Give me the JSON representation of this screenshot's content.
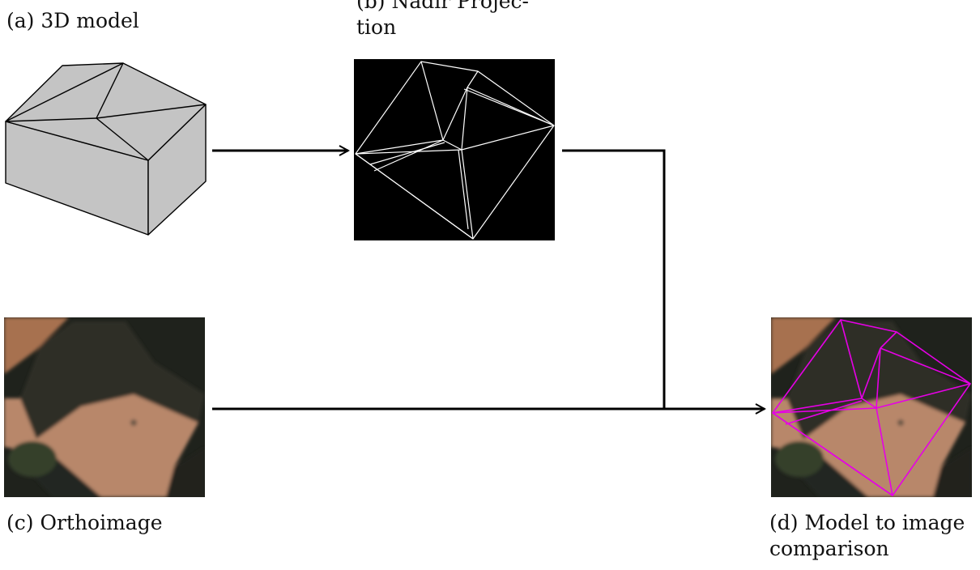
{
  "captions": {
    "a": "(a) 3D model",
    "b": "(b) Nadir Projec-\ntion",
    "c": "(c) Orthoimage",
    "d": "(d) Model to image\ncomparison"
  },
  "colors": {
    "model_fill": "#c4c4c4",
    "model_stroke": "#000000",
    "nadir_background": "#000000",
    "nadir_lines": "#ffffff",
    "overlay_lines": "#e600e6",
    "roof_dark": "#2c2a24",
    "roof_terracotta": "#b58462",
    "arrow": "#000000"
  }
}
